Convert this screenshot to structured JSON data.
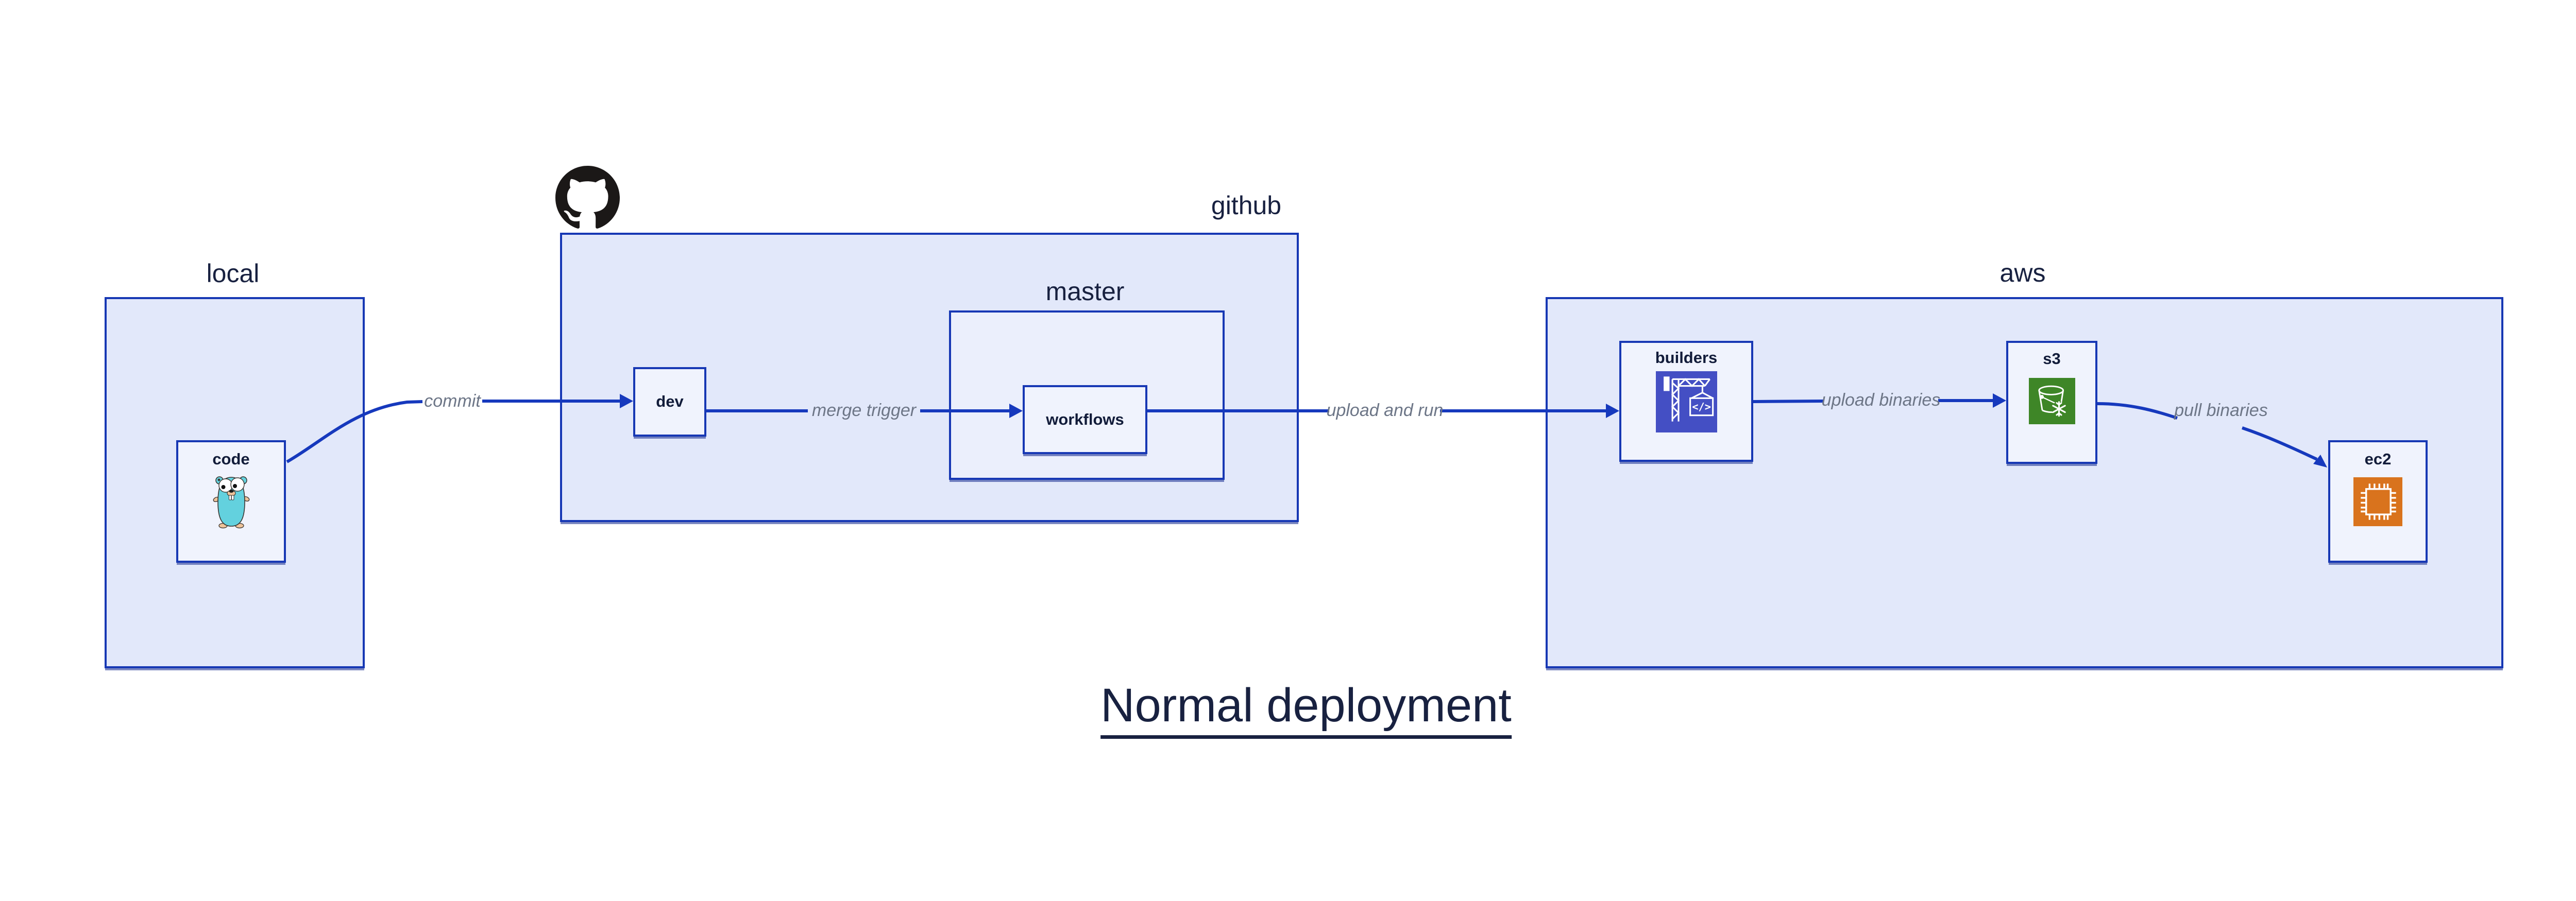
{
  "title": {
    "text": "Normal deployment"
  },
  "groups": {
    "local": {
      "label": "local"
    },
    "github": {
      "label": "github"
    },
    "master": {
      "label": "master"
    },
    "aws": {
      "label": "aws"
    }
  },
  "nodes": {
    "code": {
      "label": "code",
      "icon": "go-gopher-icon"
    },
    "dev": {
      "label": "dev"
    },
    "workflows": {
      "label": "workflows"
    },
    "builders": {
      "label": "builders",
      "icon": "aws-codebuild-crane-icon"
    },
    "s3": {
      "label": "s3",
      "icon": "aws-s3-glacier-bucket-icon"
    },
    "ec2": {
      "label": "ec2",
      "icon": "aws-ec2-chip-icon"
    }
  },
  "edges": [
    {
      "from": "code",
      "to": "dev",
      "label": "commit"
    },
    {
      "from": "dev",
      "to": "workflows",
      "label": "merge trigger"
    },
    {
      "from": "workflows",
      "to": "builders",
      "label": "upload and run"
    },
    {
      "from": "builders",
      "to": "s3",
      "label": "upload binaries"
    },
    {
      "from": "s3",
      "to": "ec2",
      "label": "pull binaries"
    }
  ],
  "icons": {
    "codebuild_glyph": "</>"
  },
  "colors": {
    "arrow_blue": "#1639bd",
    "box_border_blue": "#1738b4",
    "group_fill": "#e2e8fa",
    "subgroup_fill": "#ebeffc",
    "node_fill": "#f0f3fd",
    "edge_label_gray": "#6d7687",
    "text_navy": "#182140",
    "github_black": "#1b1817",
    "codebuild_indigo": "#444fc4",
    "s3_green": "#3e8627",
    "ec2_orange": "#d9731d",
    "gopher_teal": "#63d1de"
  }
}
